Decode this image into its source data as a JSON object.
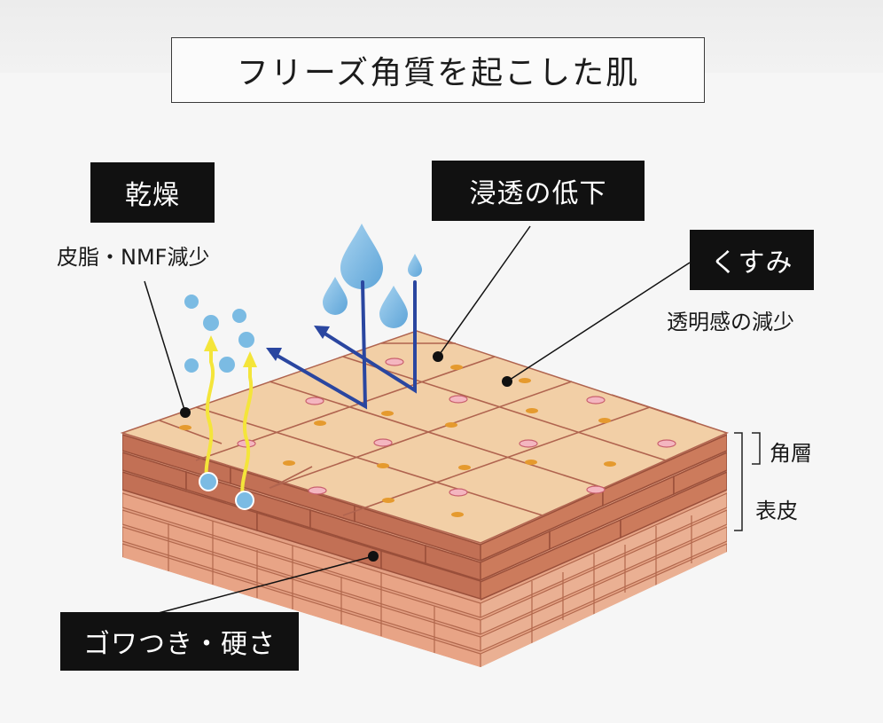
{
  "title": "フリーズ角質を起こした肌",
  "labels": {
    "dryness": {
      "tag": "乾燥",
      "note": "皮脂・NMF減少"
    },
    "penetration": {
      "tag": "浸透の低下"
    },
    "dullness": {
      "tag": "くすみ",
      "note": "透明感の減少"
    },
    "stiffness": {
      "tag": "ゴワつき・硬さ"
    }
  },
  "layers": {
    "stratum_corneum": "角層",
    "epidermis": "表皮"
  },
  "colors": {
    "skin_top": "#f2cfa6",
    "skin_line": "#b0644f",
    "cell_front": "#c87658",
    "cell_right": "#d48b6c",
    "node_pink": "#f4b6c0",
    "dot_orange": "#e59a2e",
    "water": "#6aaedc",
    "arrow_blue": "#2a46a0",
    "arrow_yellow": "#f4e53a"
  }
}
